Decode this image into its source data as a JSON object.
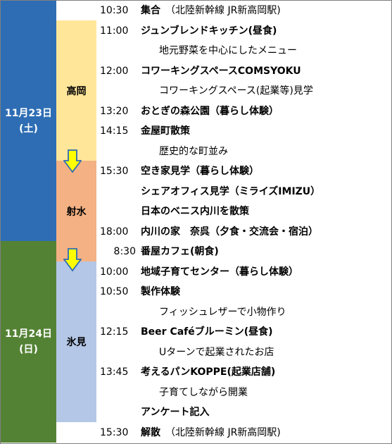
{
  "days": [
    {
      "date": "11月23日",
      "weekday": "(土)"
    },
    {
      "date": "11月24日",
      "weekday": "(日)"
    }
  ],
  "cities": [
    "高岡",
    "射水",
    "氷見"
  ],
  "colors": {
    "day1": "#2e6db4",
    "day2": "#548235",
    "takaoka": "#ffe699",
    "imizu": "#f4b183",
    "himi": "#b4c7e7",
    "arrow": "#ffff00"
  },
  "rows": [
    {
      "time": "10:30",
      "event": "集合",
      "note": "（北陸新幹線 JR新高岡駅)"
    },
    {
      "time": "11:00",
      "event": "ジュンブレンドキッチン(昼食)"
    },
    {
      "sub": "地元野菜を中心にしたメニュー"
    },
    {
      "time": "12:00",
      "event": "コワーキングスペースCOMSYOKU"
    },
    {
      "sub": "コワーキングスペース(起業等)見学"
    },
    {
      "time": "13:20",
      "event": "おとぎの森公園（暮らし体験）"
    },
    {
      "time": "14:15",
      "event": "金屋町散策"
    },
    {
      "sub": "歴史的な町並み"
    },
    {
      "time": "15:30",
      "event": "空き家見学（暮らし体験）"
    },
    {
      "event": "シェアオフィス見学（ミライズIMIZU）"
    },
    {
      "event": "日本のベニス内川を散策"
    },
    {
      "time": "18:00",
      "event": "内川の家　奈呉（夕食・交流会・宿泊）"
    },
    {
      "time": "8:30",
      "event": "番屋カフェ(朝食)"
    },
    {
      "time": "10:00",
      "event": "地域子育てセンター（暮らし体験）"
    },
    {
      "time": "10:50",
      "event": "製作体験"
    },
    {
      "sub": "フィッシュレザーで小物作り"
    },
    {
      "time": "12:15",
      "event": "Beer Caféブルーミン(昼食)"
    },
    {
      "sub": "Uターンで起業されたお店"
    },
    {
      "time": "13:45",
      "event": "考えるパンKOPPE(起業店舗)"
    },
    {
      "sub": "子育てしながら開業"
    },
    {
      "event": "アンケート記入"
    },
    {
      "time": "15:30",
      "event": "解散",
      "note": "（北陸新幹線 JR新高岡駅)"
    }
  ]
}
